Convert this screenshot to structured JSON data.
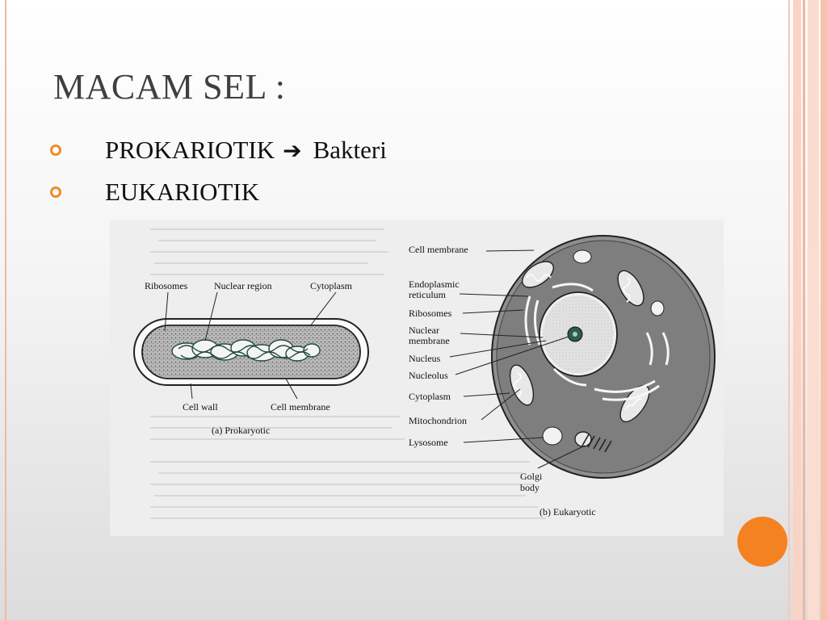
{
  "slide": {
    "title": "MACAM SEL :",
    "bullets": [
      {
        "main": "PROKARIOTIK",
        "arrow": "➔",
        "detail": "Bakteri"
      },
      {
        "main": "EUKARIOTIK"
      }
    ]
  },
  "figure": {
    "prokaryote": {
      "labels": {
        "ribosomes": "Ribosomes",
        "nuclear_region": "Nuclear region",
        "cytoplasm": "Cytoplasm",
        "cell_wall": "Cell wall",
        "cell_membrane": "Cell membrane",
        "caption": "(a) Prokaryotic"
      }
    },
    "eukaryote": {
      "labels": {
        "cell_membrane": "Cell membrane",
        "er_line1": "Endoplasmic",
        "er_line2": "reticulum",
        "ribosomes": "Ribosomes",
        "nuclear_membrane_line1": "Nuclear",
        "nuclear_membrane_line2": "membrane",
        "nucleus": "Nucleus",
        "nucleolus": "Nucleolus",
        "cytoplasm": "Cytoplasm",
        "mitochondrion": "Mitochondrion",
        "lysosome": "Lysosome",
        "golgi_line1": "Golgi",
        "golgi_line2": "body",
        "caption": "(b) Eukaryotic"
      }
    }
  },
  "colors": {
    "accent_orange": "#f58220",
    "bullet_orange": "#f08a2a",
    "frame_peach": "#f2b8a3"
  }
}
